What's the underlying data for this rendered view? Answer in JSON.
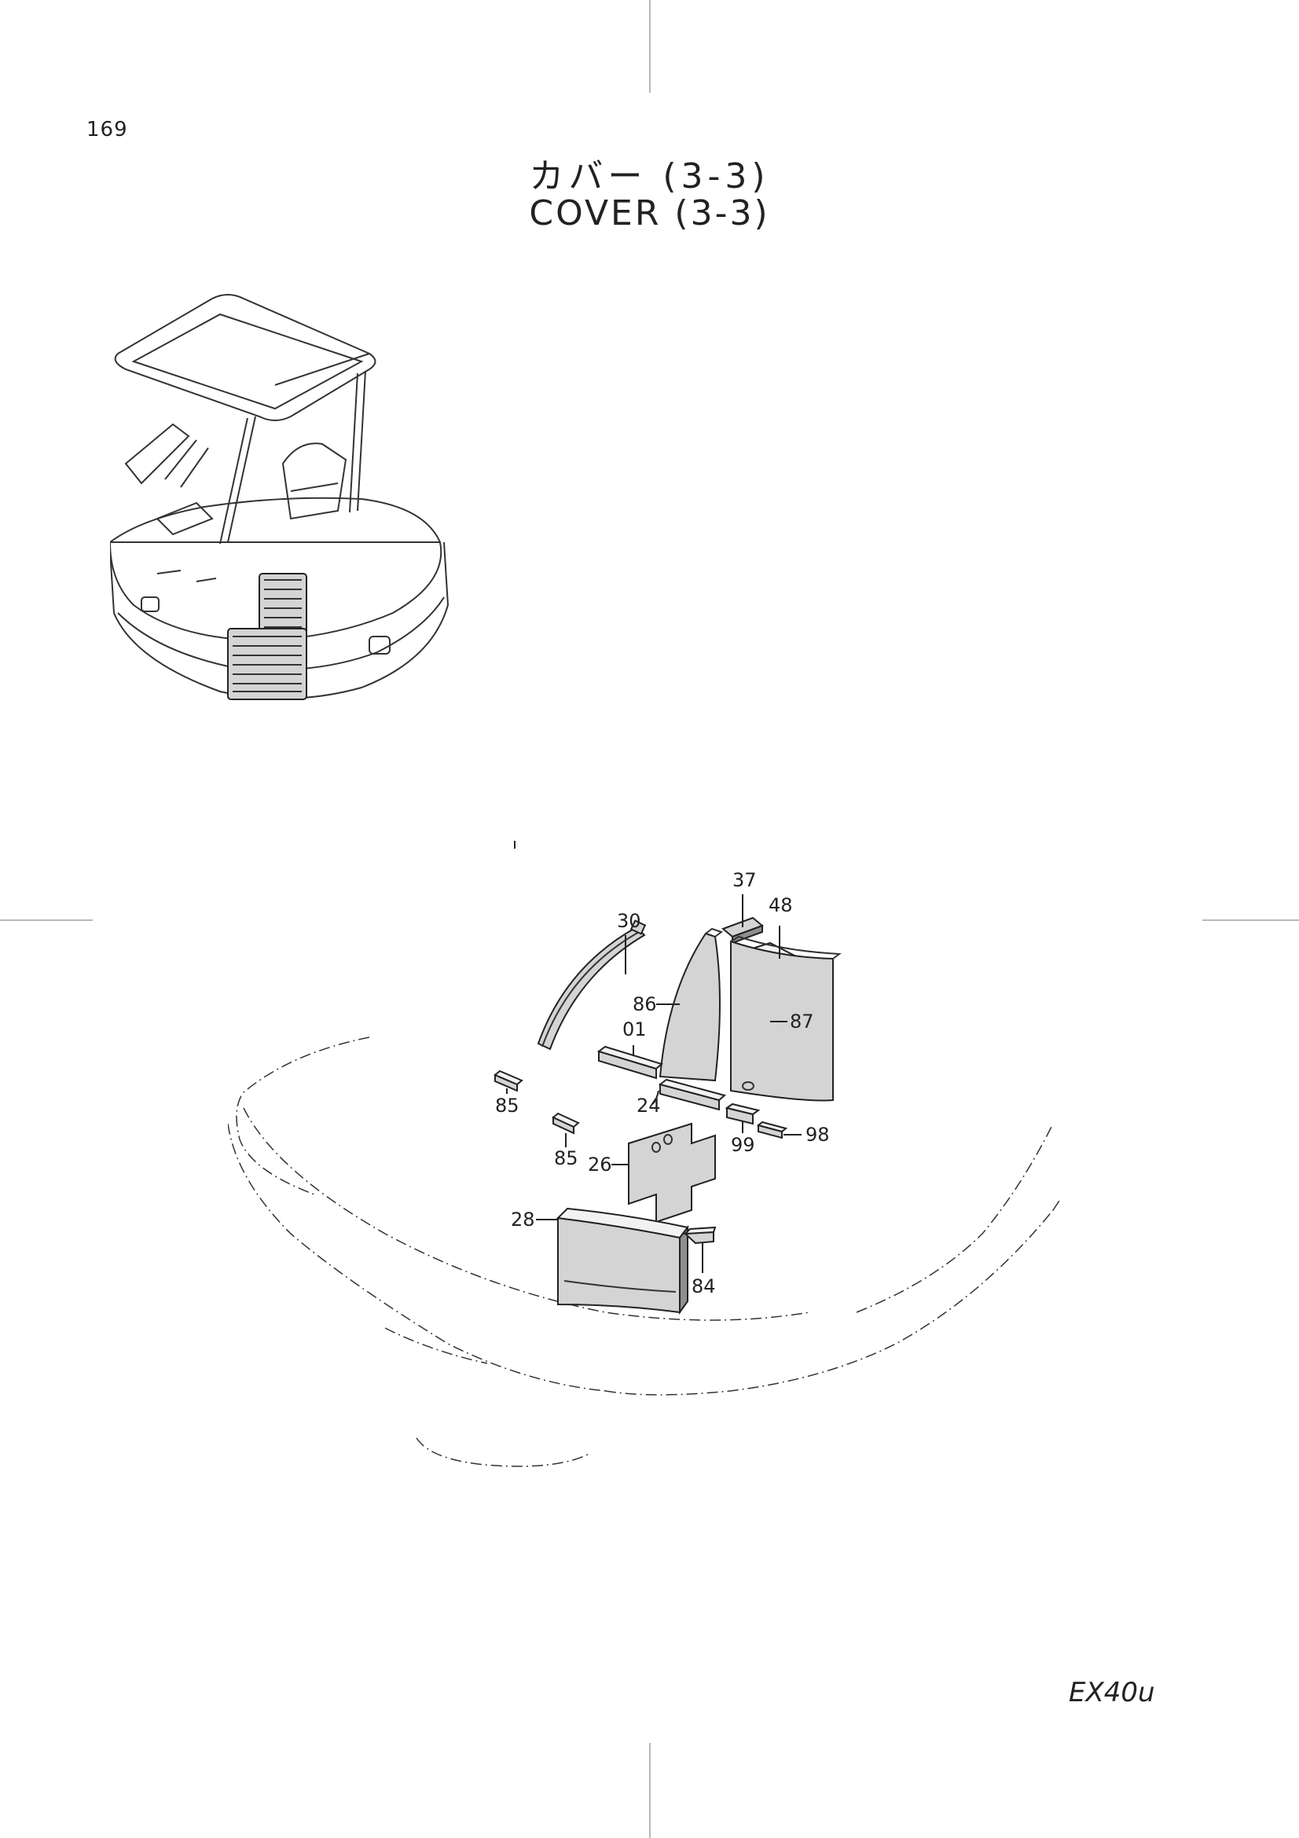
{
  "page": {
    "number": "169",
    "title_jp": "カバー (3-3)",
    "title_en": "COVER (3-3)",
    "model": "EX40u"
  },
  "callouts": {
    "c01": "01",
    "c24": "24",
    "c26": "26",
    "c28": "28",
    "c30": "30",
    "c37": "37",
    "c48": "48",
    "c84": "84",
    "c85a": "85",
    "c85b": "85",
    "c86": "86",
    "c87": "87",
    "c98": "98",
    "c99": "99"
  }
}
